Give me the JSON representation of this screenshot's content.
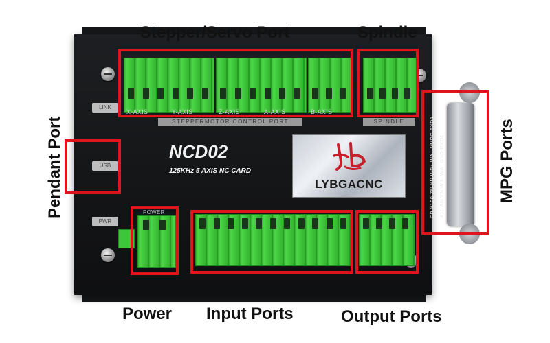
{
  "callouts": {
    "stepper_servo_port": "Stepper/Servo Port",
    "spindle": "Spindle",
    "pendant_port": "Pendant Port",
    "mpg_ports": "MPG Ports",
    "power": "Power",
    "input_ports": "Input Ports",
    "output_ports": "Output Ports"
  },
  "board": {
    "model": "NCD02",
    "subtitle": "125KHz 5 AXIS NC CARD",
    "brand": "LYBGACNC",
    "axis_labels": [
      "X-AXIS",
      "Y-AXIS",
      "Z-AXIS",
      "A-AXIS",
      "B-AXIS"
    ],
    "stepper_strip": "STEPPERMOTOR CONTROL PORT",
    "spindle_strip": "SPINDLE",
    "power_label": "POWER",
    "led_labels": {
      "link": "LINK",
      "usb": "USB",
      "pwr": "PWR"
    },
    "mpg_pins_col1": "EP X100 ZN XN WB+ WA+ VMPG TXD1",
    "mpg_pins_col2": "X10 AN YN WB- WA- GND RXD1"
  },
  "colors": {
    "highlight": "#e0141c",
    "terminal_green": "#3ec63a",
    "logo_red": "#c8202a"
  }
}
